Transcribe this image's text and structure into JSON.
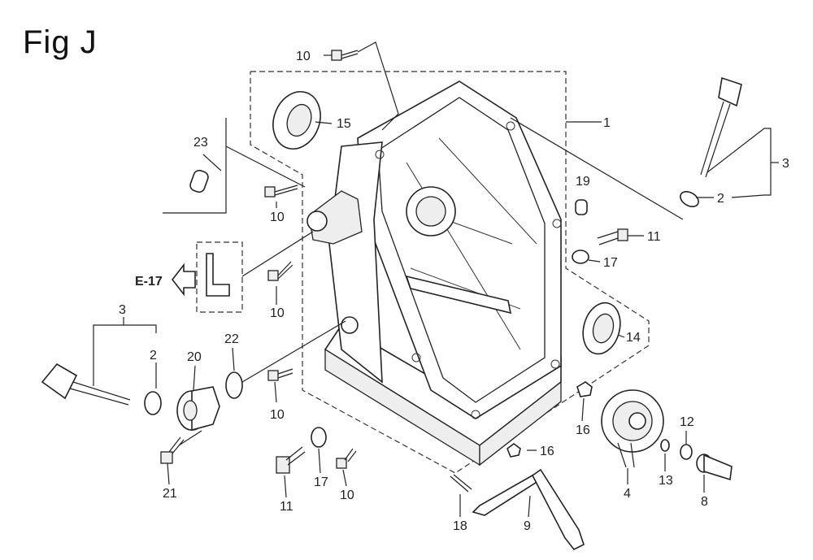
{
  "title": "Fig J",
  "ref_label": "E-17",
  "callouts": {
    "c10a": "10",
    "c15": "15",
    "c1": "1",
    "c3a": "3",
    "c2a": "2",
    "c23": "23",
    "c10b": "10",
    "c19": "19",
    "c11a": "11",
    "c17a": "17",
    "c10c": "10",
    "c14": "14",
    "c3b": "3",
    "c2b": "2",
    "c20": "20",
    "c22": "22",
    "c10d": "10",
    "c16a": "16",
    "c12": "12",
    "c21": "21",
    "c16b": "16",
    "c4": "4",
    "c13": "13",
    "c8": "8",
    "c11b": "11",
    "c17b": "17",
    "c10e": "10",
    "c18": "18",
    "c9": "9"
  }
}
